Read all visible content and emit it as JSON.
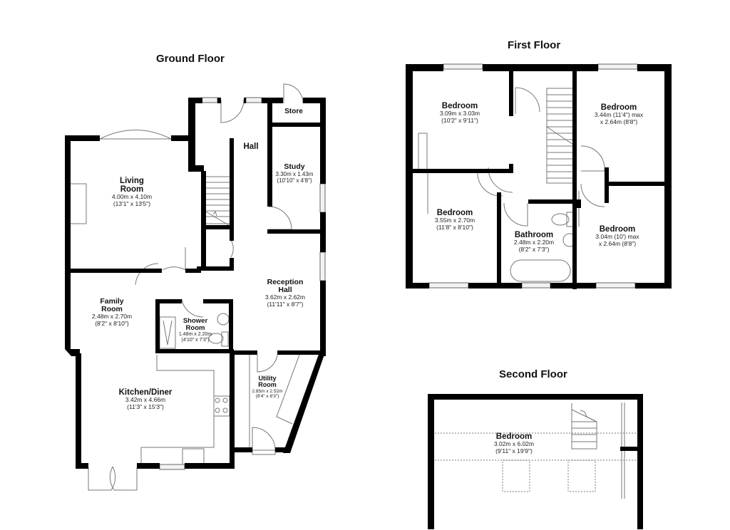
{
  "floors": {
    "ground": {
      "title": "Ground Floor",
      "rooms": [
        {
          "name": "Living Room",
          "line1": "Living",
          "line2": "Room",
          "dim_metric": "4.00m x 4.10m",
          "dim_imperial": "(13'1\" x 13'5\")"
        },
        {
          "name": "Hall",
          "line1": "Hall"
        },
        {
          "name": "Store",
          "line1": "Store"
        },
        {
          "name": "Study",
          "line1": "Study",
          "dim_metric": "3.30m x 1.43m",
          "dim_imperial": "(10'10\" x 4'8\")"
        },
        {
          "name": "Family Room",
          "line1": "Family",
          "line2": "Room",
          "dim_metric": "2.48m x 2.70m",
          "dim_imperial": "(8'2\" x 8'10\")"
        },
        {
          "name": "Shower Room",
          "line1": "Shower",
          "line2": "Room",
          "dim_metric": "1.48m x 2.20m",
          "dim_imperial": "(4'10\" x 7'3\")"
        },
        {
          "name": "Reception Hall",
          "line1": "Reception",
          "line2": "Hall",
          "dim_metric": "3.62m x 2.62m",
          "dim_imperial": "(11'11\" x 8'7\")"
        },
        {
          "name": "Kitchen/Diner",
          "line1": "Kitchen/Diner",
          "dim_metric": "3.42m x 4.66m",
          "dim_imperial": "(11'3\" x 15'3\")"
        },
        {
          "name": "Utility Room",
          "line1": "Utility",
          "line2": "Room",
          "dim_metric": "2.85m x 2.52m",
          "dim_imperial": "(9'4\" x 8'3\")"
        }
      ]
    },
    "first": {
      "title": "First Floor",
      "rooms": [
        {
          "name": "Bedroom",
          "line1": "Bedroom",
          "dim_metric": "3.09m x 3.03m",
          "dim_imperial": "(10'2\" x 9'11\")"
        },
        {
          "name": "Bedroom",
          "line1": "Bedroom",
          "dim_metric": "3.44m (11'4\") max",
          "dim_imperial": "x 2.64m (8'8\")"
        },
        {
          "name": "Bedroom",
          "line1": "Bedroom",
          "dim_metric": "3.55m x 2.70m",
          "dim_imperial": "(11'8\" x 8'10\")"
        },
        {
          "name": "Bathroom",
          "line1": "Bathroom",
          "dim_metric": "2.48m x 2.20m",
          "dim_imperial": "(8'2\" x 7'3\")"
        },
        {
          "name": "Bedroom",
          "line1": "Bedroom",
          "dim_metric": "3.04m (10') max",
          "dim_imperial": "x 2.64m (8'8\")"
        }
      ]
    },
    "second": {
      "title": "Second Floor",
      "rooms": [
        {
          "name": "Bedroom",
          "line1": "Bedroom",
          "dim_metric": "3.02m x 6.02m",
          "dim_imperial": "(9'11\" x 19'9\")"
        }
      ]
    }
  },
  "colors": {
    "wall": "#000000",
    "fixture": "#777777",
    "window_fill": "#f2f2f2"
  }
}
